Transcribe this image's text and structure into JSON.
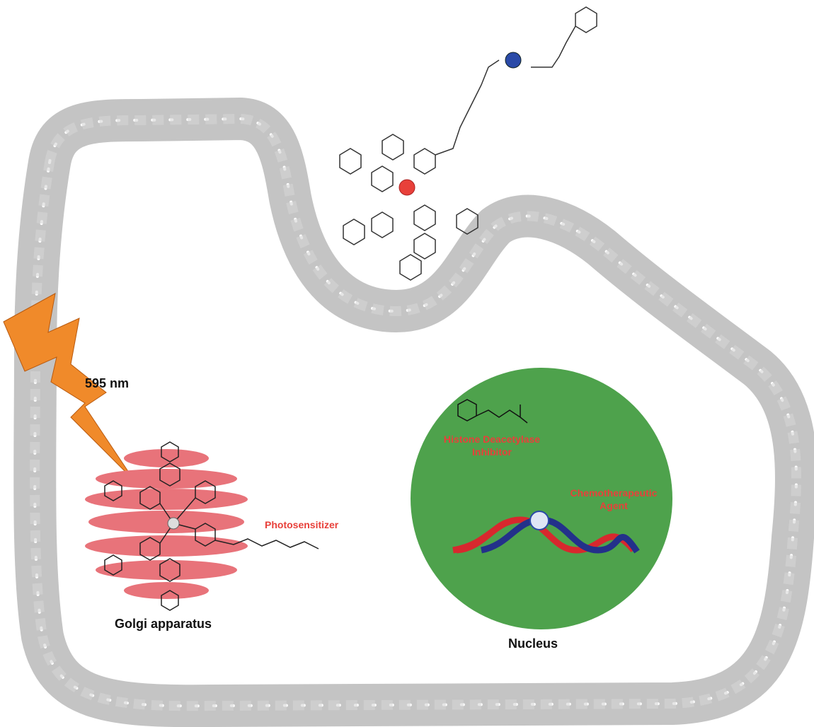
{
  "labels": {
    "wavelength": "595 nm",
    "photosensitizer": "Photosensitizer",
    "golgi": "Golgi apparatus",
    "nucleus": "Nucleus",
    "hdac_line1": "Histone Deacetylase",
    "hdac_line2": "Inhibitor",
    "chemo_line1": "Chemotherapeutic",
    "chemo_line2": "Agent"
  },
  "colors": {
    "membrane": "#c4c4c4",
    "golgi": "#e8737a",
    "nucleus": "#4ea24c",
    "light": "#f08a2a",
    "ru_center": "#e8403a",
    "pt_center": "#2a4aa8",
    "dna_red": "#d8282e",
    "dna_blue": "#23318a"
  }
}
